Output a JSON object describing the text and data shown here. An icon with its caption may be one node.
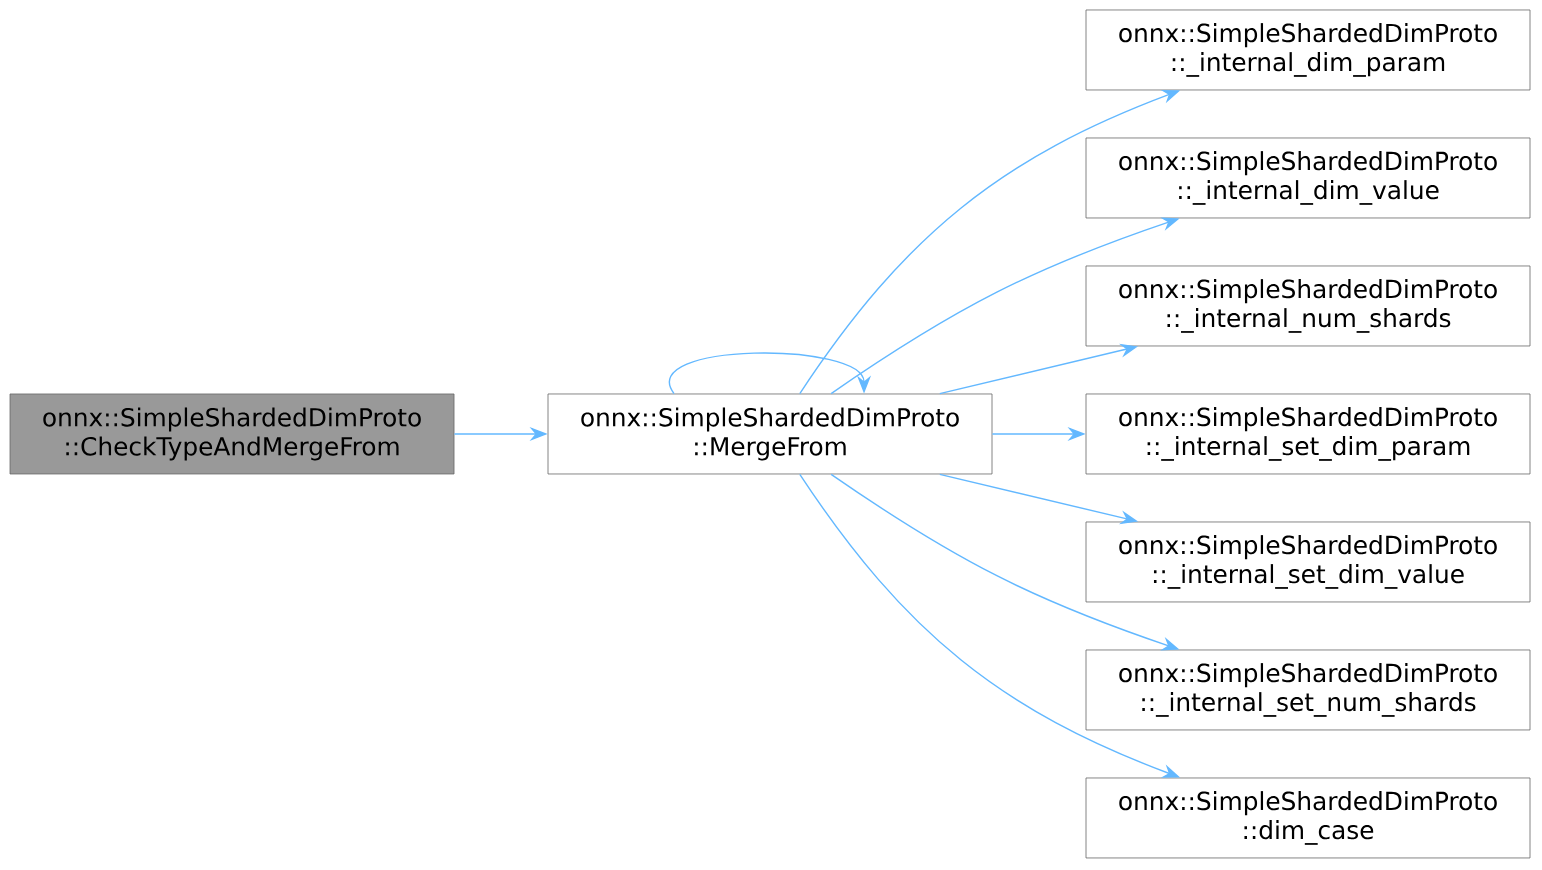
{
  "diagram": {
    "nodes": [
      {
        "text": [
          "onnx::SimpleShardedDimProto ::CheckTypeAndMergeFrom"
        ]
      },
      {
        "text": [
          "onnx::SimpleShardedDimProto ::MergeFrom"
        ]
      },
      {
        "text": [
          "onnx::SimpleShardedDimProto ::_internal_dim_param"
        ]
      },
      {
        "text": [
          "onnx::SimpleShardedDimProto ::_internal_dim_value"
        ]
      },
      {
        "text": [
          "onnx::SimpleShardedDimProto ::_internal_num_shards"
        ]
      },
      {
        "text": [
          "onnx::SimpleShardedDimProto ::_internal_set_dim_param"
        ]
      },
      {
        "text": [
          "onnx::SimpleShardedDimProto ::_internal_set_dim_value"
        ]
      },
      {
        "text": [
          "onnx::SimpleShardedDimProto ::_internal_set_num_shards"
        ]
      },
      {
        "text": [
          "onnx::SimpleShardedDimProto ::dim_case"
        ]
      }
    ],
    "edges": [
      {
        "from": 0,
        "to": 1,
        "arrow": "to"
      },
      {
        "from": 1,
        "to": 1,
        "arrow": "to"
      },
      {
        "from": 1,
        "to": 2,
        "arrow": "to"
      },
      {
        "from": 1,
        "to": 3,
        "arrow": "to"
      },
      {
        "from": 1,
        "to": 4,
        "arrow": "to"
      },
      {
        "from": 1,
        "to": 5,
        "arrow": "to"
      },
      {
        "from": 1,
        "to": 6,
        "arrow": "to"
      },
      {
        "from": 1,
        "to": 7,
        "arrow": "to"
      },
      {
        "from": 1,
        "to": 8,
        "arrow": "to"
      }
    ]
  }
}
